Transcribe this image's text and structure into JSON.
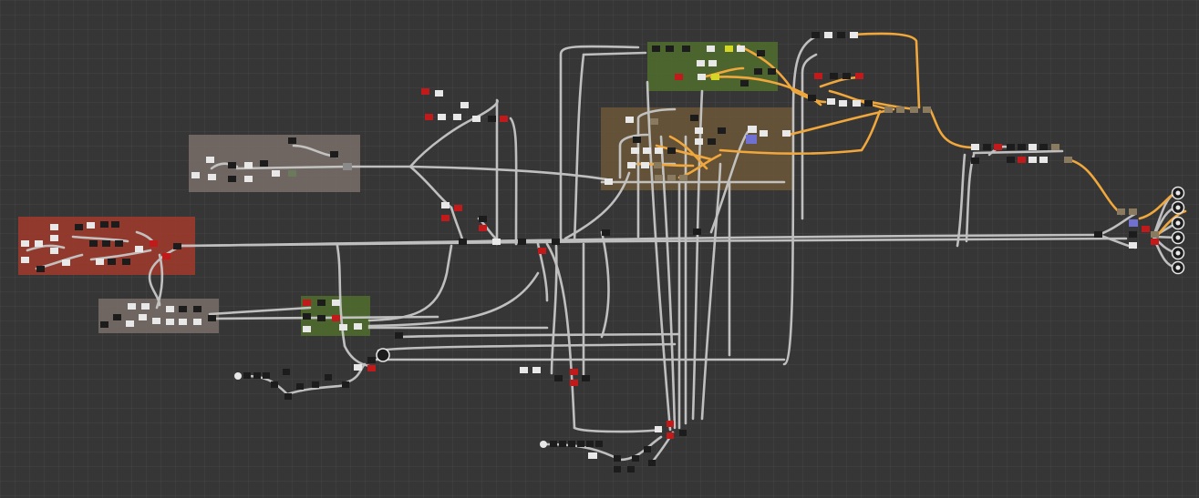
{
  "app": {
    "view": "node-graph-editor",
    "canvas": {
      "grid": true,
      "background_color": "#363636"
    }
  },
  "colors": {
    "wire_default": "#c7c7c7",
    "wire_highlight": "#f0a73c",
    "frame_red": "#9c3a2c",
    "frame_gray": "#756a66",
    "frame_green": "#4f6a2e",
    "frame_brown": "#6b5638",
    "node_dark": "#1c1c1c",
    "node_light": "#e8e8e8",
    "node_red": "#c21a1a",
    "node_yellow": "#d6d624",
    "node_blue": "#7070d0"
  },
  "frames": [
    {
      "name": "frame-red",
      "color": "frame_red"
    },
    {
      "name": "frame-gray-upper",
      "color": "frame_gray"
    },
    {
      "name": "frame-gray-lower",
      "color": "frame_gray"
    },
    {
      "name": "frame-green-middle",
      "color": "frame_green"
    },
    {
      "name": "frame-green-top",
      "color": "frame_green"
    },
    {
      "name": "frame-brown-top",
      "color": "frame_brown"
    }
  ],
  "outputs": {
    "count": 6,
    "icon": "output-sphere-icon"
  }
}
